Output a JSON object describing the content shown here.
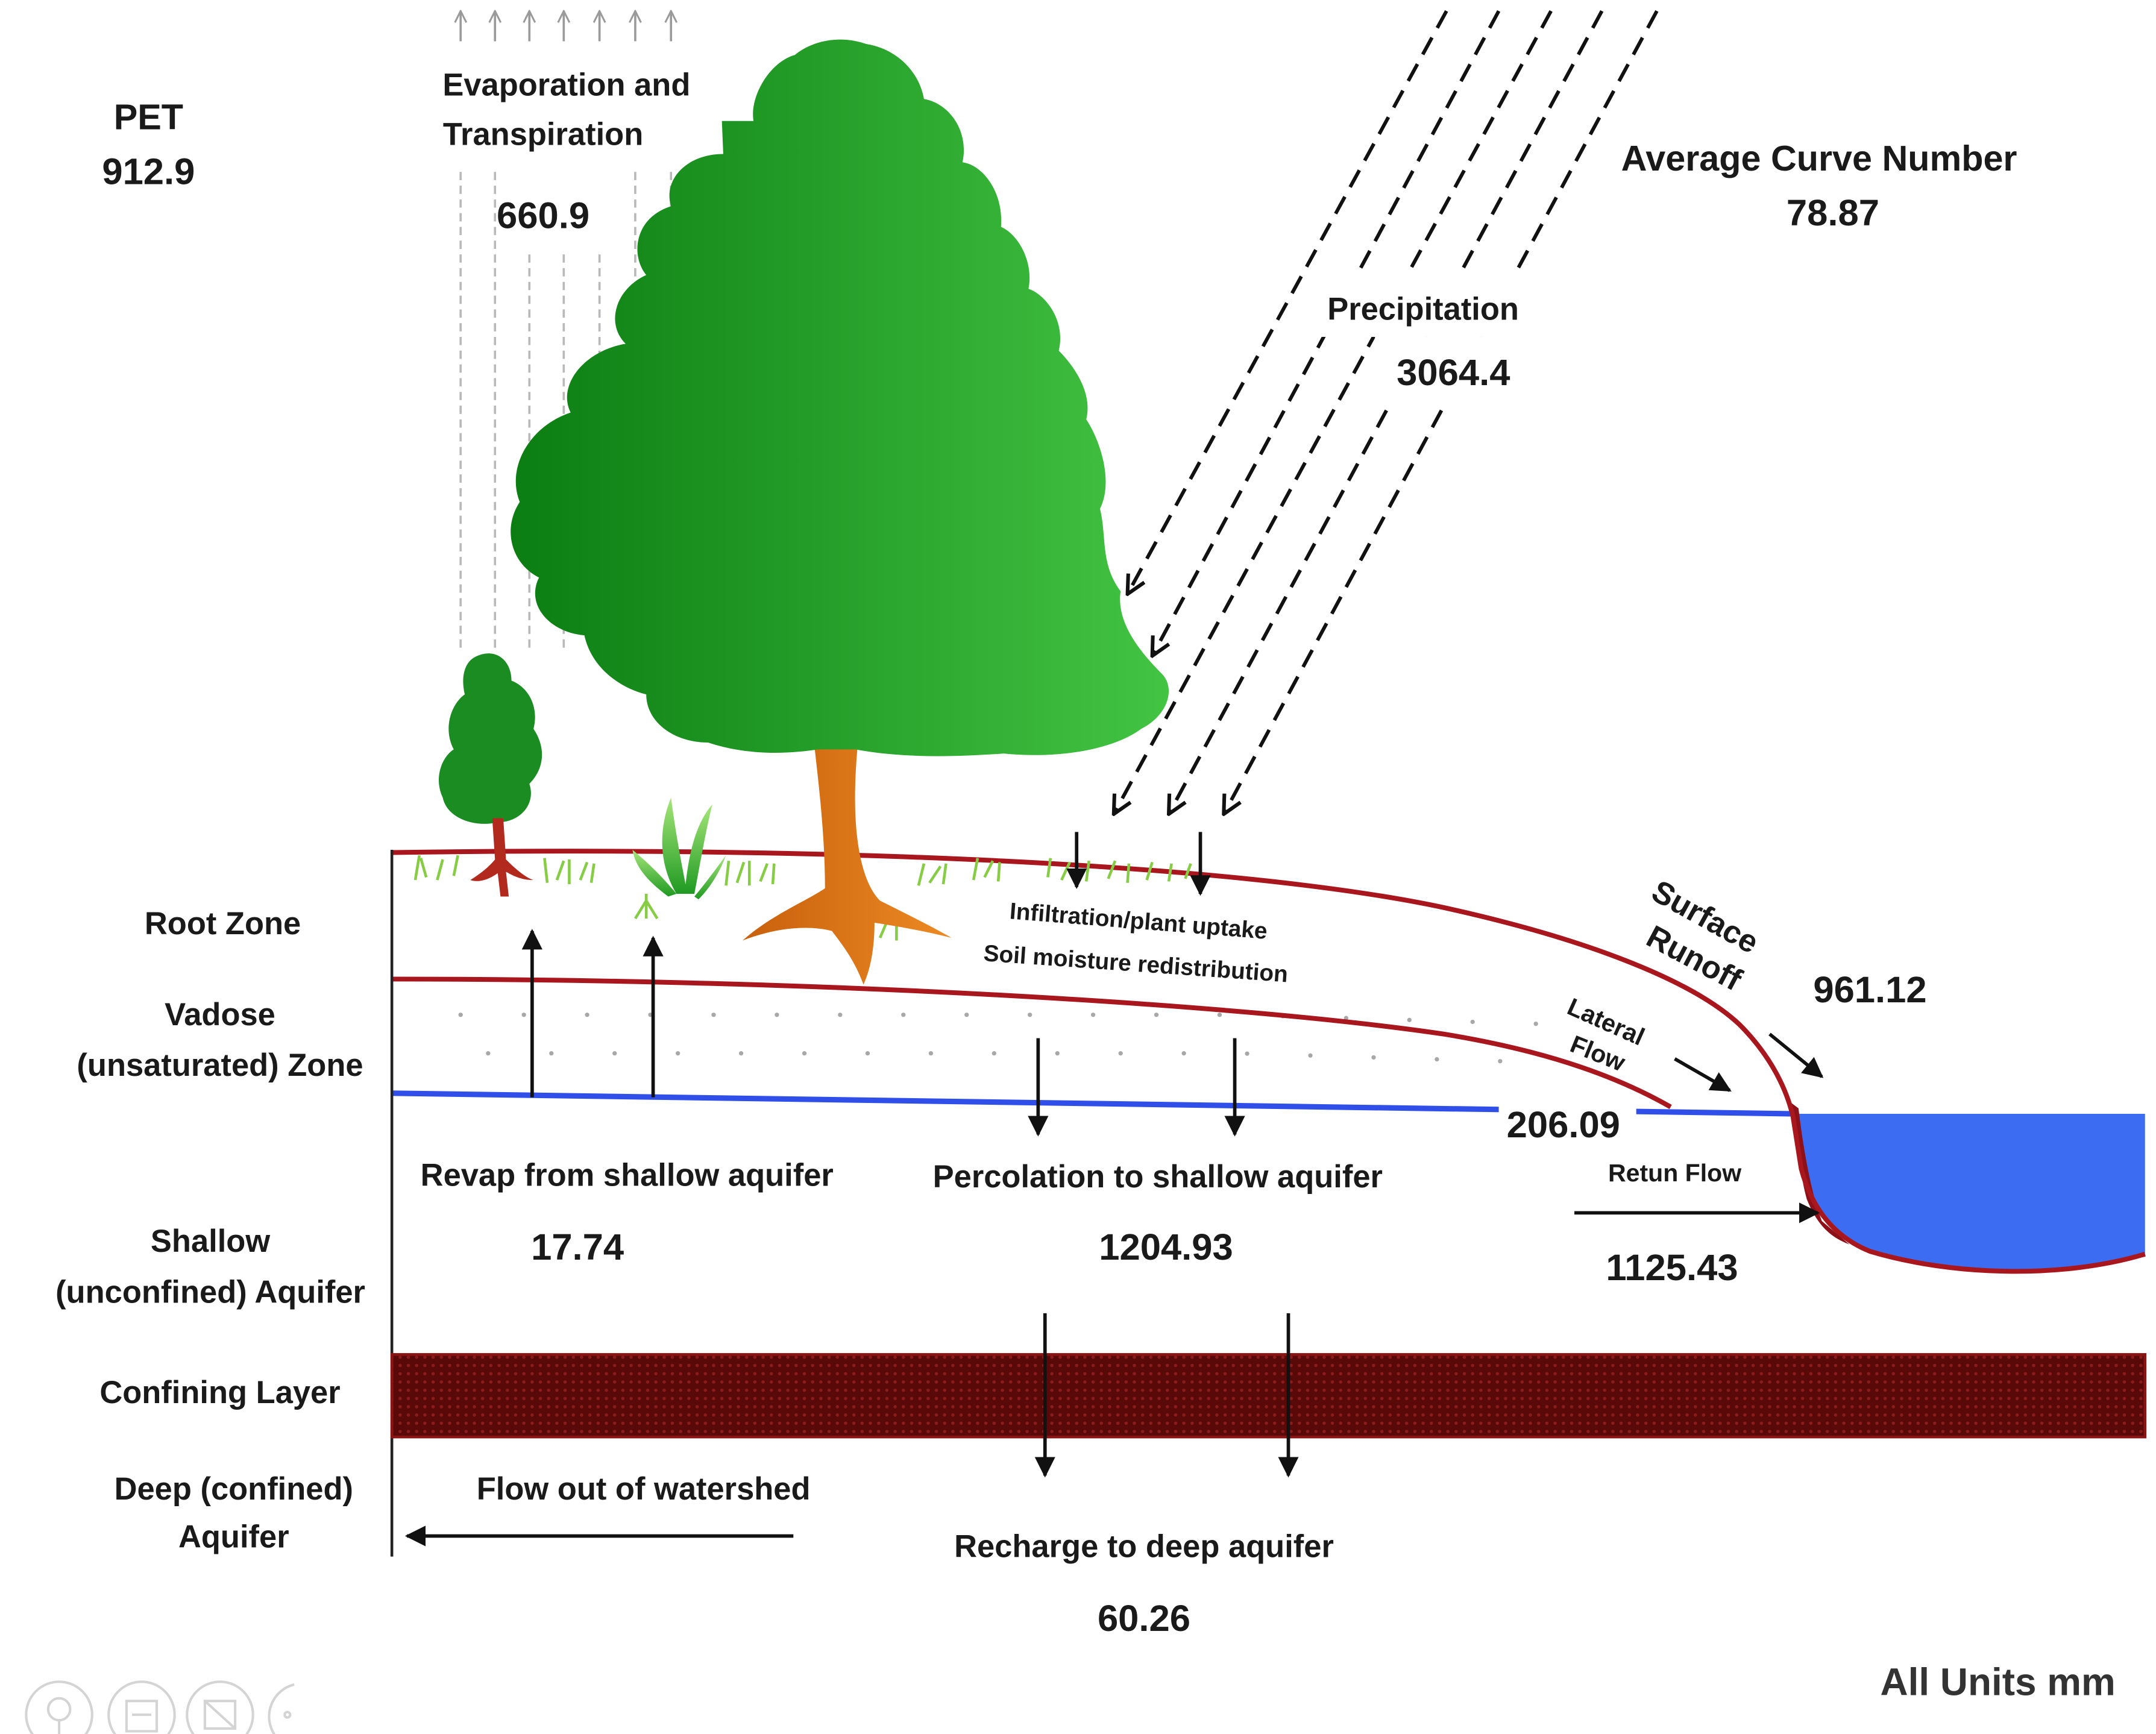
{
  "pet": {
    "label": "PET",
    "value": "912.9"
  },
  "evapotranspiration": {
    "label_line1": "Evaporation and",
    "label_line2": "Transpiration",
    "value": "660.9"
  },
  "curve_number": {
    "label": "Average Curve Number",
    "value": "78.87"
  },
  "precipitation": {
    "label": "Precipitation",
    "value": "3064.4"
  },
  "zones": {
    "root_zone": "Root Zone",
    "vadose_line1": "Vadose",
    "vadose_line2": "(unsaturated) Zone",
    "shallow_line1": "Shallow",
    "shallow_line2": "(unconfined) Aquifer",
    "confining": "Confining Layer",
    "deep_line1": "Deep (confined)",
    "deep_line2": "Aquifer"
  },
  "infiltration": {
    "line1": "Infiltration/plant uptake",
    "line2": "Soil moisture redistribution"
  },
  "revap": {
    "label": "Revap from shallow aquifer",
    "value": "17.74"
  },
  "percolation": {
    "label": "Percolation to shallow aquifer",
    "value": "1204.93"
  },
  "recharge": {
    "label": "Recharge to deep aquifer",
    "value": "60.26"
  },
  "flow_out": {
    "label": "Flow out of watershed"
  },
  "surface_runoff": {
    "line1": "Surface",
    "line2": "Runoff",
    "value": "961.12"
  },
  "lateral_flow": {
    "line1": "Lateral",
    "line2": "Flow",
    "value": "206.09"
  },
  "return_flow": {
    "label": "Retun Flow",
    "value": "1125.43"
  },
  "units_note": "All Units mm",
  "colors": {
    "soil_line": "#a8161e",
    "water_table": "#2f4fe8",
    "river": "#3c6cf2",
    "confining_layer": "#5a0909",
    "tree_dark": "#0b7d12",
    "tree_light": "#43c443",
    "trunk": "#e0781c"
  },
  "icons": {
    "bottom_toolbar": [
      "magnifier-icon",
      "document-icon",
      "image-icon",
      "more-icon"
    ]
  }
}
